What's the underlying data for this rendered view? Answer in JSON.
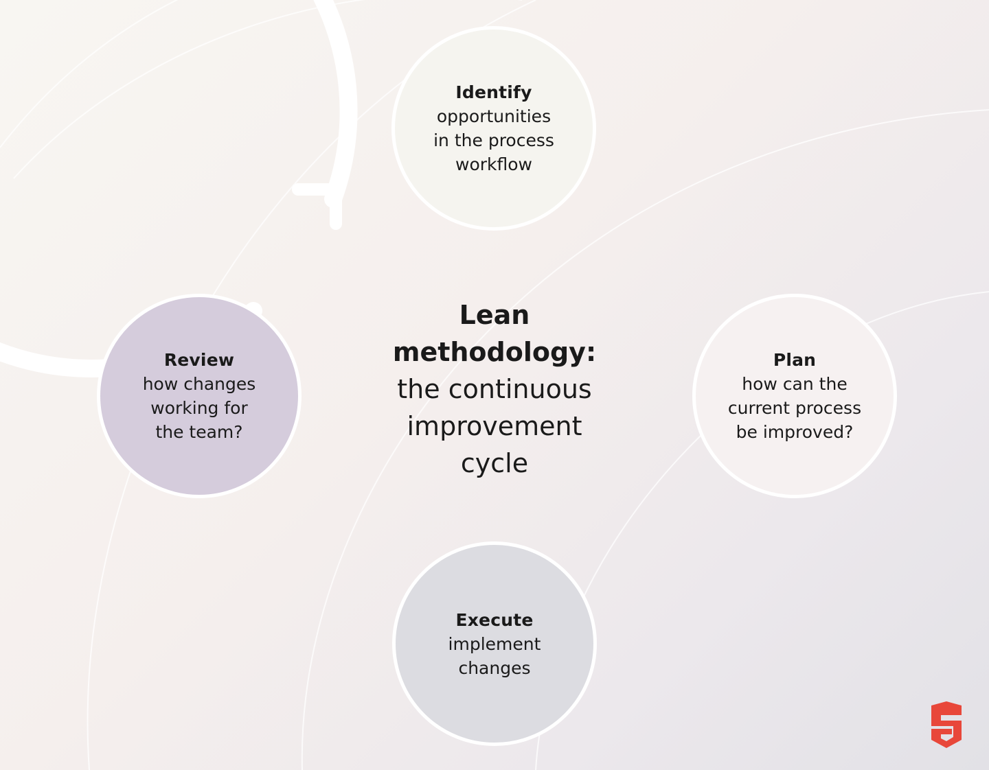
{
  "center": {
    "title_bold": "Lean\nmethodology:",
    "title_regular": "the continuous\nimprovement\ncycle"
  },
  "steps": [
    {
      "title": "Identify",
      "description": "opportunities\nin the process\nworkflow"
    },
    {
      "title": "Plan",
      "description": "how can the\ncurrent process\nbe improved?"
    },
    {
      "title": "Execute",
      "description": "implement\nchanges"
    },
    {
      "title": "Review",
      "description": "how changes\nworking for\nthe team?"
    }
  ],
  "icons": {
    "cycle_arrow": "arrow-head-icon",
    "brand": "brand-logo-icon"
  },
  "colors": {
    "ring": "#ffffff",
    "identify_fill": "#f5f4ef",
    "plan_fill": "#f6f1f1",
    "execute_fill": "#dcdce1",
    "review_fill": "#d5ccdc",
    "brand": "#e8473a"
  }
}
